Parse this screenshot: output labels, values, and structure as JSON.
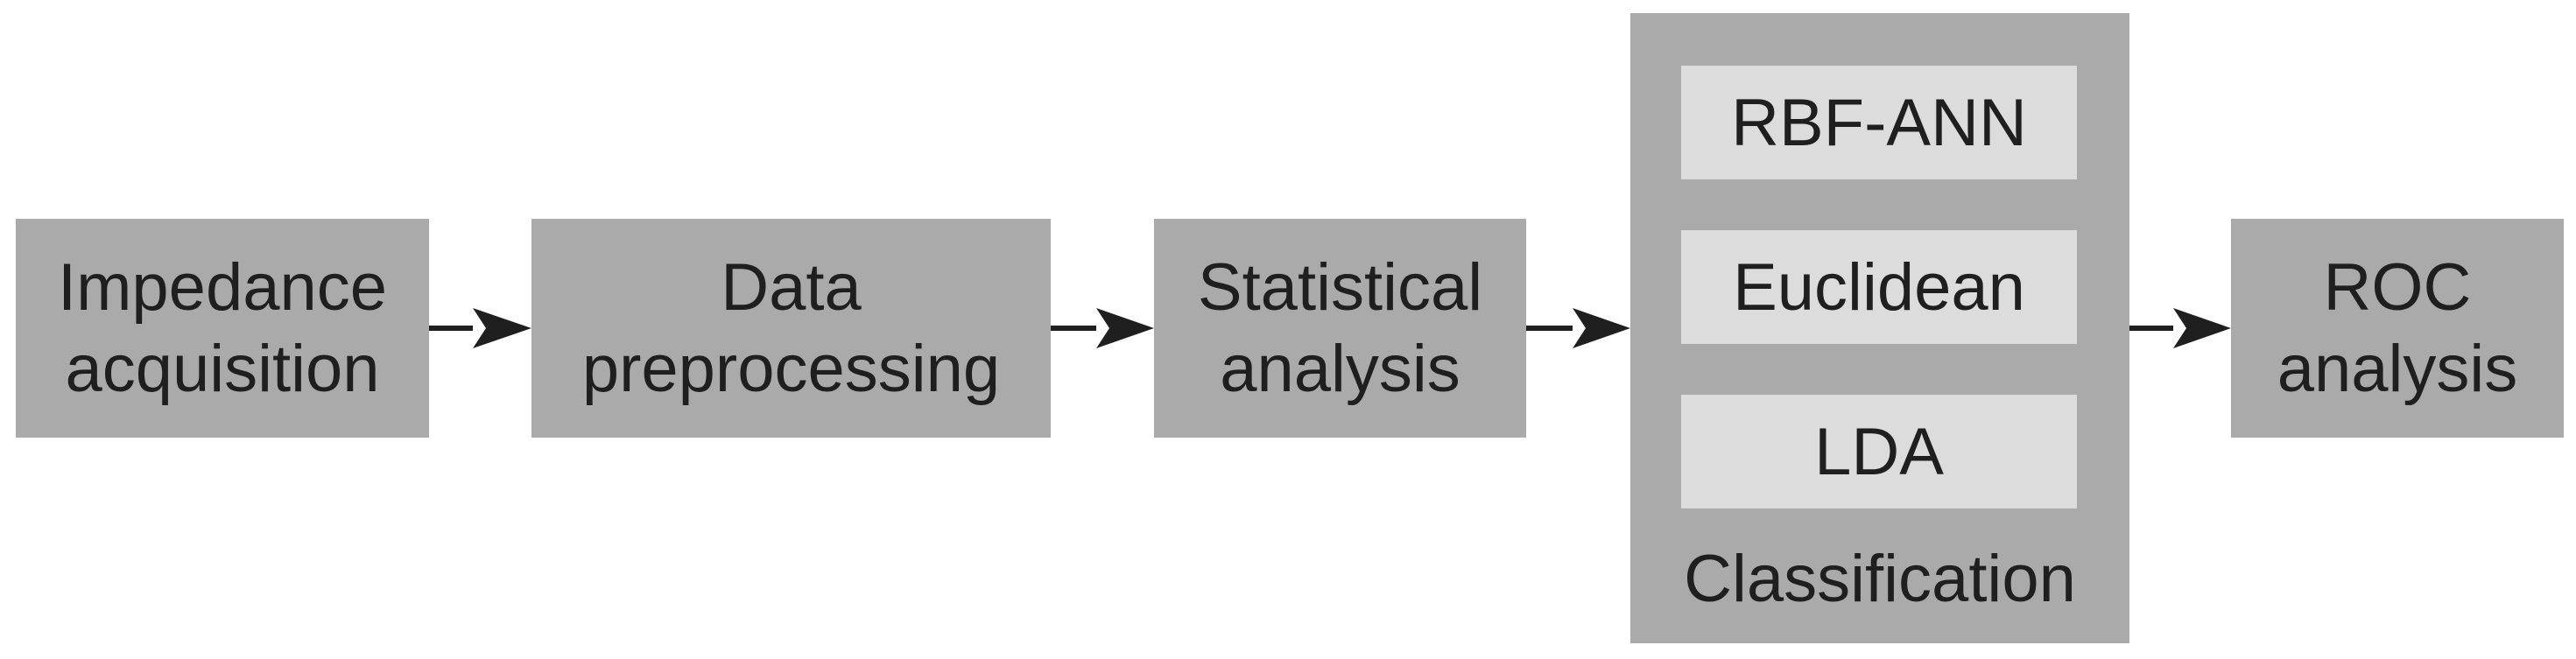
{
  "steps": [
    {
      "lines": [
        "Impedance",
        "acquisition"
      ]
    },
    {
      "lines": [
        "Data",
        "preprocessing"
      ]
    },
    {
      "lines": [
        "Statistical",
        "analysis"
      ]
    },
    {
      "lines": [
        "ROC",
        "analysis"
      ]
    }
  ],
  "classification": {
    "label": "Classification",
    "methods": [
      "RBF-ANN",
      "Euclidean",
      "LDA"
    ]
  },
  "colors": {
    "box_fill": "#aaaaaa",
    "inner_fill": "#dcdcdc",
    "text": "#1f1f1f",
    "arrow": "#1f1f1f"
  }
}
